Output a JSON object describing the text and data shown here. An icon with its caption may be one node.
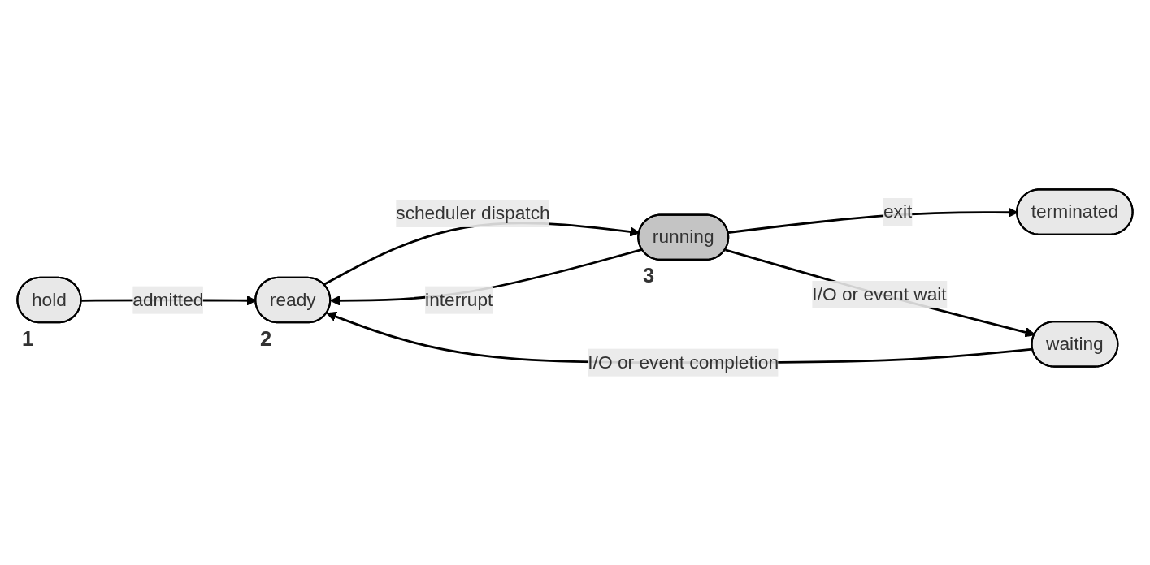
{
  "diagram": {
    "nodes": [
      {
        "text": [
          "hold"
        ],
        "beside": [
          "1"
        ]
      },
      {
        "text": [
          "ready"
        ],
        "beside": [
          "2"
        ]
      },
      {
        "text": [
          "running"
        ],
        "beside": [
          "3"
        ]
      },
      {
        "text": [
          "terminated"
        ]
      },
      {
        "text": [
          "waiting"
        ]
      }
    ],
    "edges": [
      {
        "from": 0,
        "to": 1,
        "arrow": "to",
        "label": "admitted"
      },
      {
        "from": 2,
        "to": 1,
        "arrow": "to",
        "label": "interrupt"
      },
      {
        "from": 2,
        "to": 3,
        "arrow": "to",
        "label": "exit"
      },
      {
        "from": 1,
        "to": 2,
        "arrow": "to",
        "label": "scheduler dispatch"
      },
      {
        "from": 2,
        "to": 4,
        "arrow": "to",
        "label": "I/O or event wait"
      },
      {
        "from": 4,
        "to": 1,
        "arrow": "to",
        "label": "I/O or event completion"
      }
    ]
  }
}
